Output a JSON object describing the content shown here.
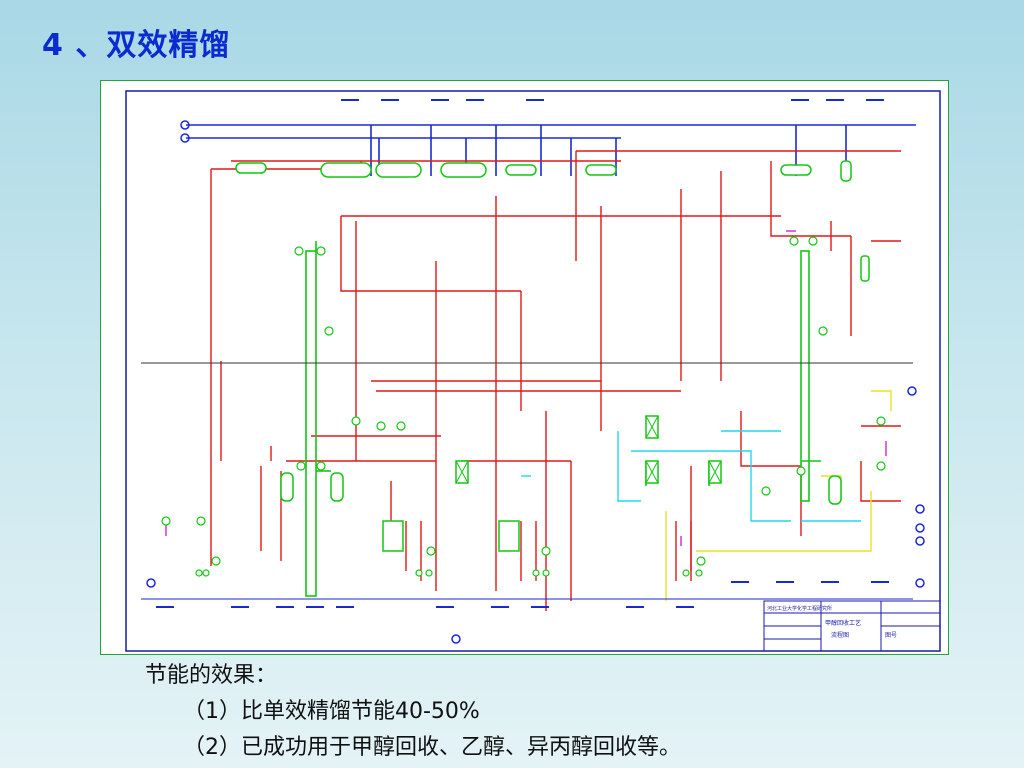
{
  "title": "4 、双效精馏",
  "notes": {
    "heading": "节能的效果：",
    "point1": "（1）比单效精馏节能40-50%",
    "point2": "（2）已成功用于甲醇回收、乙醇、异丙醇回收等。"
  },
  "diagram": {
    "title_block_text": [
      "河北工业大学化学工程研究所",
      "甲醇回收工艺",
      "流程图",
      "图号"
    ],
    "colors": {
      "frame": "#26a23a",
      "border": "#1a1aa8",
      "pipe_red": "#e01818",
      "pipe_blue": "#1a2ad0",
      "pipe_green": "#12c812",
      "pipe_cyan": "#22d8e8",
      "pipe_yellow": "#e8e02a",
      "pipe_magenta": "#c818c8"
    }
  }
}
